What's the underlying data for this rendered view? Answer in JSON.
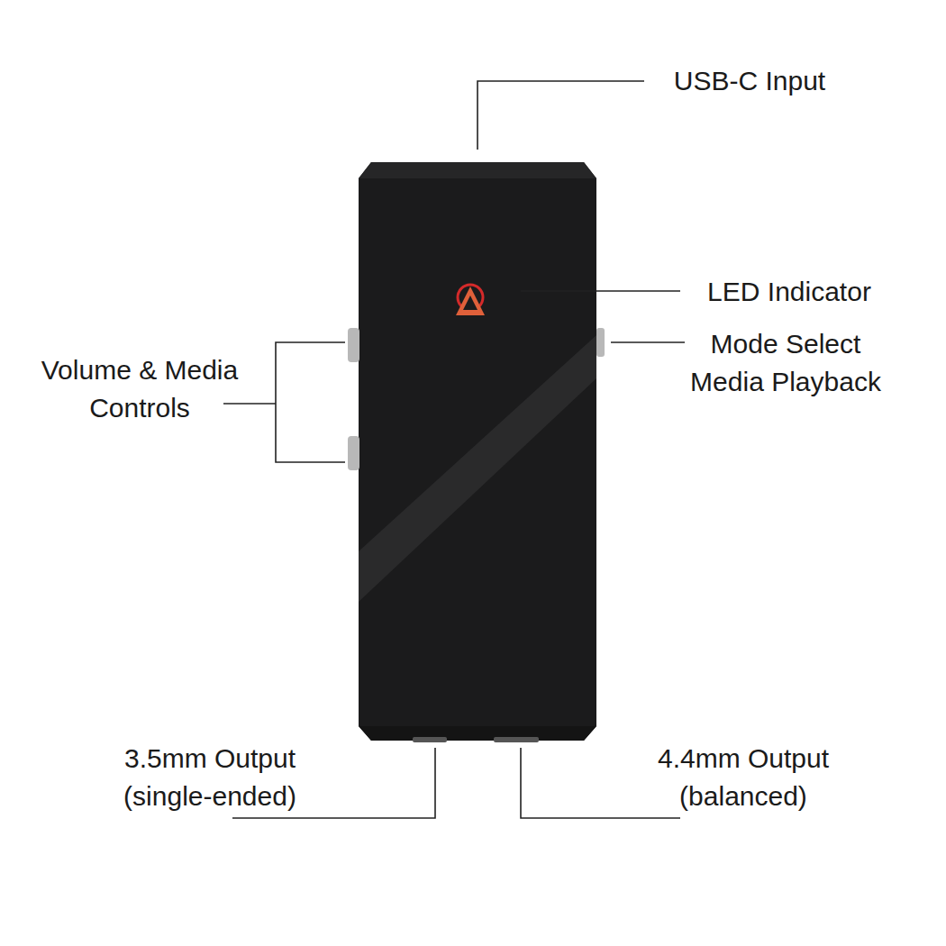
{
  "diagram": {
    "labels": [
      "USB-C Input",
      "LED Indicator",
      "Mode Select Media Playback",
      "Volume & Media Controls",
      "3.5mm Output (single-ended)",
      "4.4mm Output (balanced)"
    ]
  }
}
